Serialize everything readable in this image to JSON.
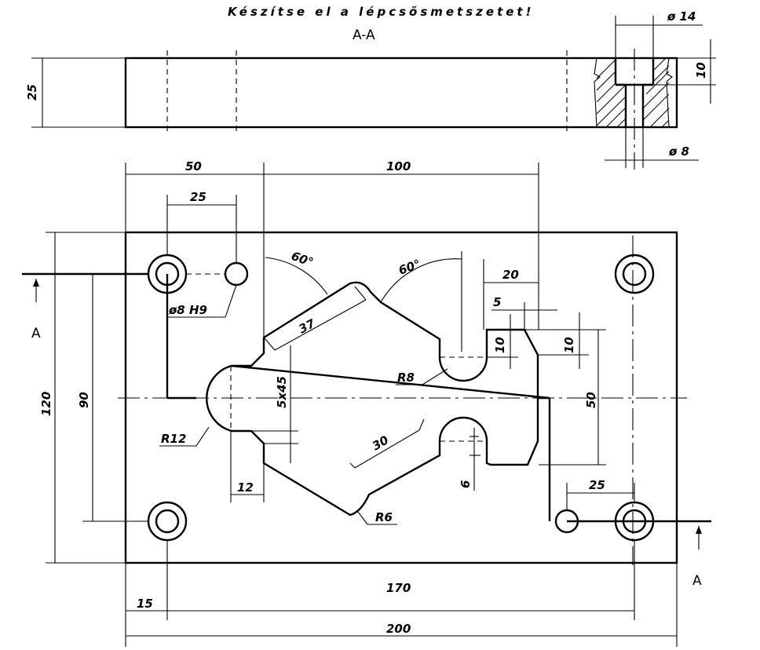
{
  "title": "Készítse el a lépcsősmetszetet!",
  "section_title": "A-A",
  "section_marker": "A",
  "dims": {
    "d50": "50",
    "d100": "100",
    "d25_top": "25",
    "d60a": "60°",
    "d60b": "60°",
    "d20": "20",
    "d5": "5",
    "d10a": "10",
    "d10b": "10",
    "d37": "37",
    "d8h9": "ø8  H9",
    "r8": "R8",
    "d5x45": "5x45",
    "d50v": "50",
    "d120": "120",
    "d90": "90",
    "r12": "R12",
    "d30": "30",
    "d6": "6",
    "d12": "12",
    "r6": "R6",
    "d25_br": "25",
    "d15": "15",
    "d170": "170",
    "d200": "200",
    "d25_sec": "25",
    "d14": "ø 14",
    "d10_sec": "10",
    "d8_sec": "ø 8"
  }
}
